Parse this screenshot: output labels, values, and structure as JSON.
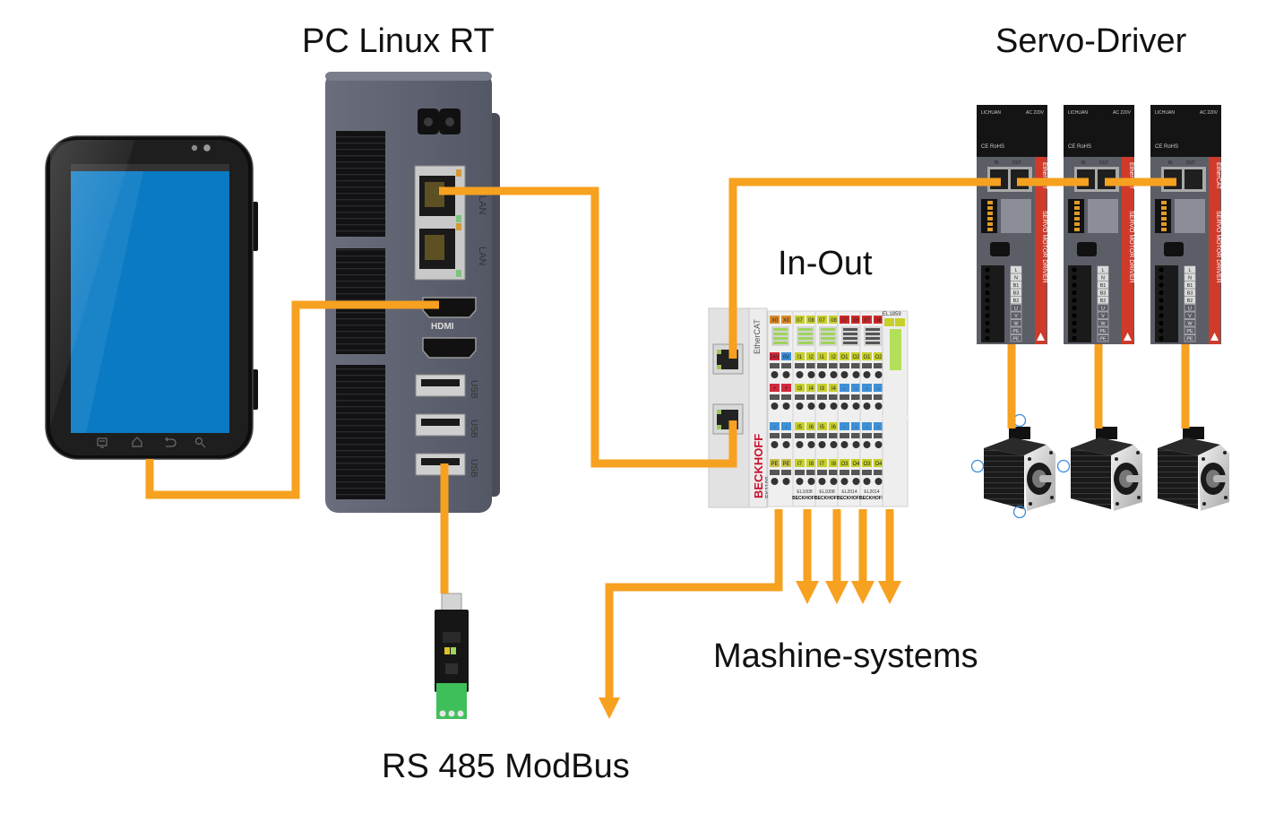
{
  "labels": {
    "pc": "PC Linux RT",
    "servo": "Servo-Driver",
    "io": "In-Out",
    "machines": "Mashine-systems",
    "rs485": "RS 485 ModBus"
  },
  "pc_ports": {
    "lan1": "LAN",
    "lan2": "LAN",
    "hdmi": "HDMI",
    "usb": [
      "USB",
      "USB",
      "USB"
    ]
  },
  "io_module": {
    "brand": "BECKHOFF",
    "coupler_model": "EK1100",
    "bus": "EtherCAT",
    "terminal_top_model": "EL1859",
    "coupler_tags": [
      "X0",
      "X0",
      "24V",
      "0V",
      "+",
      "+",
      "-",
      "-",
      "PE",
      "PE"
    ],
    "terminals": [
      {
        "model": "EL1008",
        "tags": [
          "07",
          "08",
          "I1",
          "I2",
          "I3",
          "I4",
          "I5",
          "I6",
          "I7",
          "I8"
        ]
      },
      {
        "model": "EL1008",
        "tags": [
          "07",
          "08",
          "I1",
          "I2",
          "I3",
          "I4",
          "I5",
          "I6",
          "I7",
          "I8"
        ]
      },
      {
        "model": "EL2014",
        "tags": [
          "07",
          "08",
          "O1",
          "O2",
          "-",
          "-",
          "-",
          "-",
          "O3",
          "O4"
        ]
      },
      {
        "model": "EL2014",
        "tags": [
          "07",
          "08",
          "O1",
          "O2",
          "-",
          "-",
          "-",
          "-",
          "O3",
          "O4"
        ]
      }
    ]
  },
  "servo_driver": {
    "brand": "LICHUAN",
    "voltage": "AC 220V",
    "cert": "CE RoHS",
    "port_in": "IN",
    "port_out": "OUT",
    "bus": "EtherCAT",
    "side_text": "SERVO MOTOR DRIVER",
    "terminals": [
      "L",
      "N",
      "B1",
      "B3",
      "B2",
      "U",
      "V",
      "W",
      "PE",
      "PE"
    ],
    "count": 3
  },
  "colors": {
    "cable": "#F7A120",
    "tablet_screen": "#0A7AC4",
    "pc_body": "#5E6270",
    "servo_red": "#D03A2A",
    "beckhoff_red": "#C8102E",
    "selection": "#3D8BD9"
  }
}
